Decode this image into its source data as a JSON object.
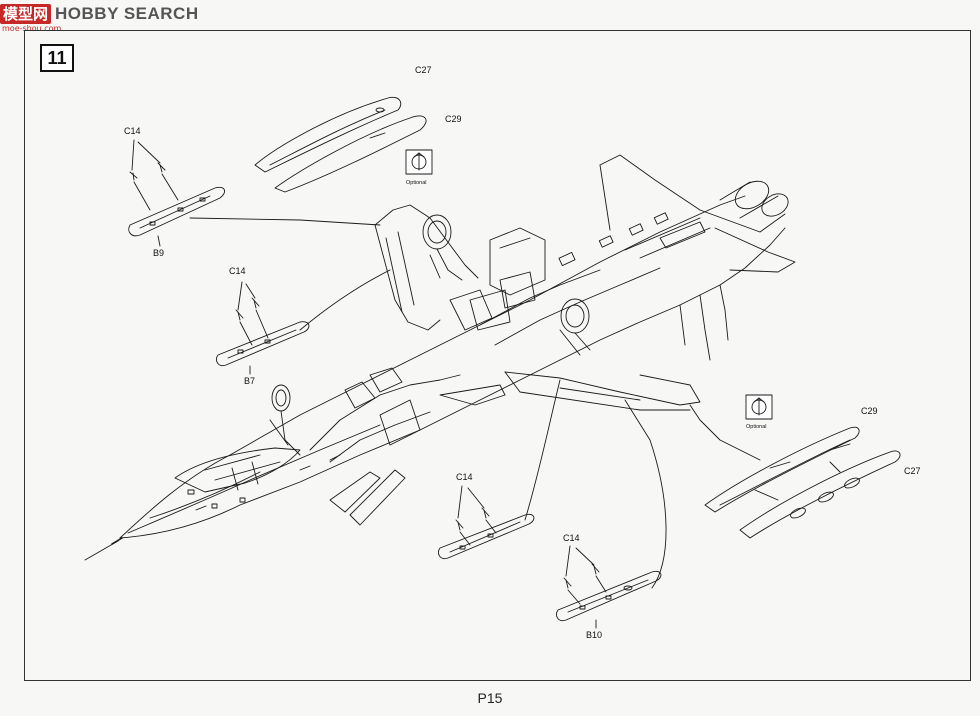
{
  "watermark": {
    "logo_text": "模型网",
    "brand_text": "HOBBY SEARCH",
    "url_text": "moe-shou.com"
  },
  "step": {
    "number": "11"
  },
  "callouts": {
    "c27_top": "C27",
    "c29_top": "C29",
    "c14_b9": "C14",
    "b9": "B9",
    "c14_b7": "C14",
    "b7": "B7",
    "c29_right": "C29",
    "c27_right": "C27",
    "c14_mid": "C14",
    "c14_b10": "C14",
    "b10": "B10",
    "optional_top": "Optional",
    "optional_right": "Optional"
  },
  "footer": {
    "page_label": "P15"
  }
}
